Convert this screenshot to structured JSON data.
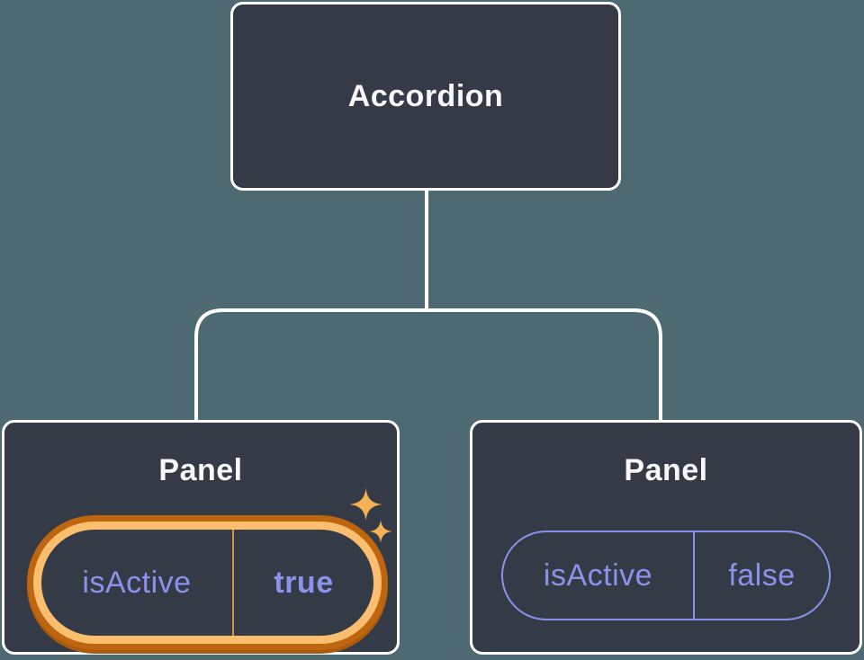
{
  "colors": {
    "background": "#4d6a72",
    "node_fill": "#343a46",
    "node_border": "#ffffff",
    "title_text": "#f6f7f9",
    "state_purple": "#8a92ec",
    "highlight_gold": "#fbbd6e",
    "highlight_dark_orange": "#bd650f",
    "pill_divider_gold": "#d2973f",
    "sparkle_gold": "#f6b155",
    "connector_line": "#ffffff"
  },
  "diagram": {
    "root": {
      "label": "Accordion"
    },
    "panels": [
      {
        "label": "Panel",
        "state": {
          "name": "isActive",
          "value": "true",
          "highlighted": true
        }
      },
      {
        "label": "Panel",
        "state": {
          "name": "isActive",
          "value": "false",
          "highlighted": false
        }
      }
    ]
  }
}
